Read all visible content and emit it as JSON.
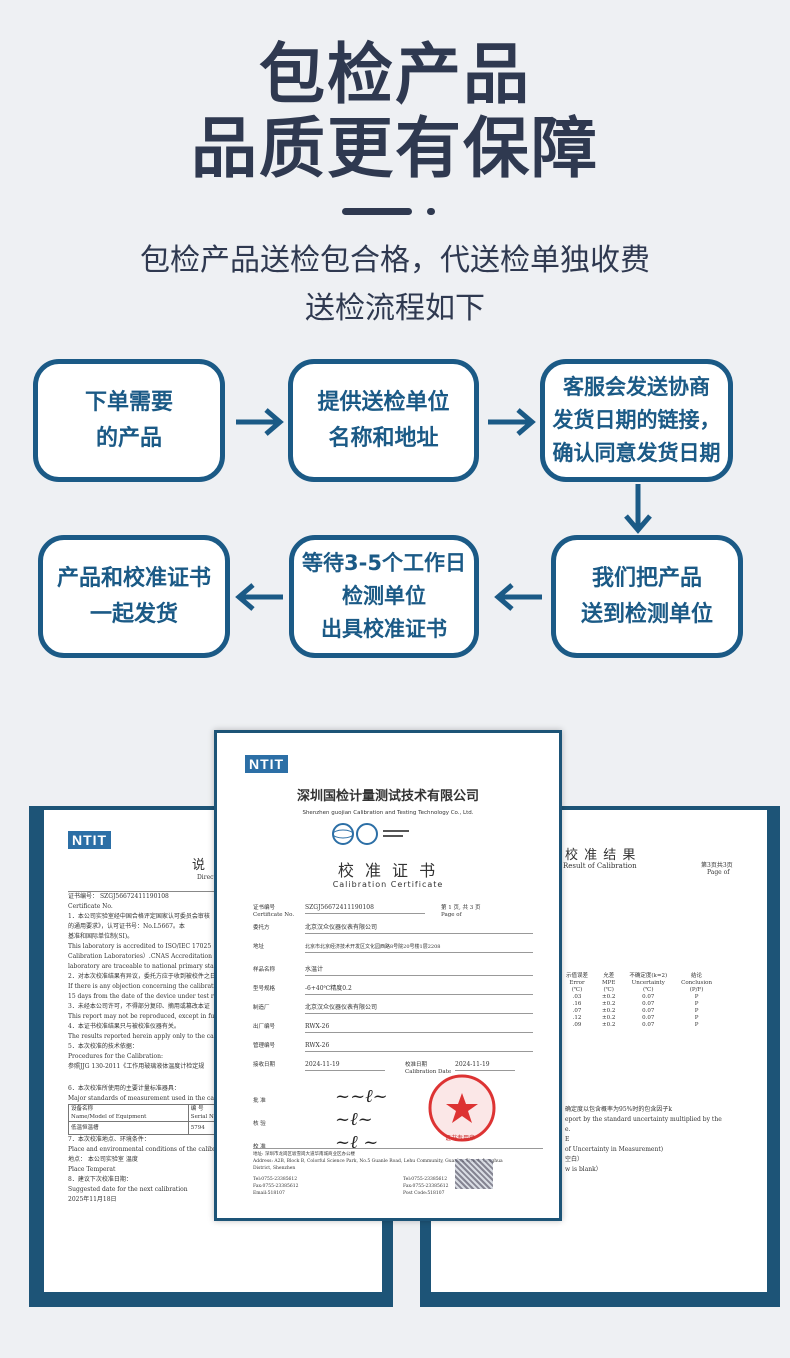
{
  "header": {
    "title_line1": "包检产品",
    "title_line2": "品质更有保障",
    "subtitle_line1": "包检产品送检包合格，代送检单独收费",
    "subtitle_line2": "送检流程如下"
  },
  "flow": {
    "steps": [
      {
        "lines": [
          "下单需要",
          "的产品"
        ]
      },
      {
        "lines": [
          "提供送检单位",
          "名称和地址"
        ]
      },
      {
        "lines": [
          "客服会发送协商",
          "发货日期的链接，",
          "确认同意发货日期"
        ]
      },
      {
        "lines": [
          "我们把产品",
          "送到检测单位"
        ]
      },
      {
        "lines": [
          "等待3-5个工作日",
          "检测单位",
          "出具校准证书"
        ]
      },
      {
        "lines": [
          "产品和校准证书",
          "一起发货"
        ]
      }
    ]
  },
  "certificates": {
    "logo": "NTIT",
    "front": {
      "company_cn": "深圳国检计量测试技术有限公司",
      "company_en": "Shenzhen guojian Calibration and Testing Technology Co., Ltd.",
      "title_cn": "校 准 证 书",
      "title_en": "Calibration Certificate",
      "cert_no_label": "证书编号",
      "cert_no_label_en": "Certificate No.",
      "cert_no": "SZGJ56672411190108",
      "page_info": "第 1 页, 共 3 页",
      "page_info_en": "Page    of",
      "client_label": "委托方",
      "client": "北京汉众仪器仪表有限公司",
      "address_label": "地址",
      "address": "北京市北京经济技术开发区文化园西路8号院20号楼1层2208",
      "desc_label": "样品名称",
      "desc": "水温计",
      "model_label": "型号规格",
      "model": "-6+40℃精度0.2",
      "mfr_label": "制造厂",
      "mfr": "北京汉众仪器仪表有限公司",
      "serial_label": "出厂编号",
      "serial": "RWX-26",
      "mgmt_label": "管理编号",
      "mgmt": "RWX-26",
      "recv_label": "接收日期",
      "recv_date": "2024-11-19",
      "cal_label": "校准日期",
      "cal_label_en": "Calibration Date",
      "cal_date": "2024-11-19",
      "approved_label": "批  准",
      "checked_label": "核  验",
      "calib_label": "校  准",
      "stamp_text": "证书专用章",
      "footer_lines": [
        "地址: 深圳市龙岗区坂雪岗大道华南城商业区办公楼",
        "Address: A2B, Block B, Colorful Science Park, No.5 Guanle Road, Lehu Community, Guanlan Street, Longhua",
        "District, Shenzhen"
      ],
      "tel": "Tel:0755-23385612",
      "fax": "Fax:0755-23385612",
      "post": "Post Code:518107",
      "email": "Email:518107"
    },
    "left": {
      "title": "说",
      "title_en": "Directi",
      "cert_no_label": "证书编号：",
      "cert_no": "SZGJ56672411190108",
      "cert_no_label_en": "Certificate No.",
      "lines": [
        "1．本公司实验室经中国合格评定国家认可委员会审核",
        "的通用要求》，认可证书号：No.L5667。本",
        "基准和国际单位制(SI)。",
        "This laboratory is accredited to ISO/IEC 17025（Re",
        "Calibration Laboratories）.CNAS Accreditation Certi",
        "laboratory are traceable to national primary standards",
        "2．对本次校准结果有异议，委托方应于收到被校件之日",
        "If there is any objection concerning the calibration, th",
        "15 days from the date of the device under test return t",
        "3．未经本公司许可，不得部分复印、摘用或篡改本证",
        "This report may not be reproduced, except in full, wit",
        "4．本证书校准结果只与被校准仪器有关。",
        "The results reported herein apply only to the calibratio",
        "5．本次校准的技术依据：",
        "Procedures for the Calibration:",
        "参照JJG 130-2011《工作用玻璃液体温度计检定规"
      ],
      "equip_title": "6．本次校准所使用的主要计量标准器具：",
      "equip_title_en": "Major standards of measurement used in the calibration",
      "equip_col1": "设备名称",
      "equip_col1_en": "Name/Model of Equipment",
      "equip_col2": "编 号",
      "equip_col2_en": "Serial No.",
      "equip_name": "低温恒温槽",
      "equip_serial": "5794",
      "lines2": [
        "7．本次校准地点、环境条件：",
        "Place and environmental conditions of the calibration",
        "地点：      本公司实验室                温度",
        "Place                                   Temperat",
        "8．建议下次校准日期：",
        "Suggested date for the next calibration",
        "2025年11月18日"
      ]
    },
    "right": {
      "title": "校 准 结 果",
      "title_en": "Result of Calibration",
      "page": "第3页共3页",
      "page_en": "Page    of",
      "col_headers": [
        "示值误差",
        "允差",
        "不确定度(k=2)",
        "结论"
      ],
      "col_headers_en": [
        "Error",
        "MPE",
        "Uncertainty",
        "Conclusion"
      ],
      "col_units": [
        "(℃)",
        "(℃)",
        "(℃)",
        "(P/F)"
      ],
      "rows": [
        [
          ".03",
          "±0.2",
          "0.07",
          "P"
        ],
        [
          ".16",
          "±0.2",
          "0.07",
          "P"
        ],
        [
          ".07",
          "±0.2",
          "0.07",
          "P"
        ],
        [
          ".12",
          "±0.2",
          "0.07",
          "P"
        ],
        [
          ".09",
          "±0.2",
          "0.07",
          "P"
        ]
      ],
      "notes": [
        "确定度以包含概率为95%时的包含因子k",
        "eport by the standard uncertainty multiplied by the",
        "e.",
        "E",
        "of Uncertainty in Measurement)",
        "空白）",
        "w is blank）"
      ]
    }
  }
}
